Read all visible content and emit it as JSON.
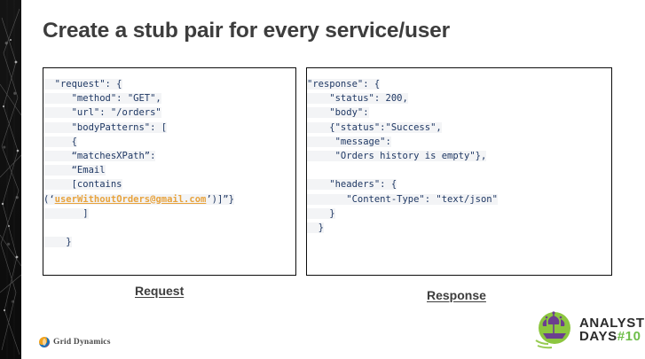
{
  "slide": {
    "title": "Create a stub pair for every service/user"
  },
  "request_box": {
    "caption": "Request",
    "lines": [
      {
        "indent": 2,
        "text": "\"request\": {"
      },
      {
        "indent": 5,
        "text": "\"method\": \"GET\","
      },
      {
        "indent": 5,
        "text": "\"url\": \"/orders\""
      },
      {
        "indent": 5,
        "text": "\"bodyPatterns\": ["
      },
      {
        "indent": 5,
        "text": "{"
      },
      {
        "indent": 5,
        "text": "“matchesXPath”:"
      },
      {
        "indent": 5,
        "text": "“Email"
      },
      {
        "indent": 5,
        "text": "[contains"
      },
      {
        "indent": 0,
        "pre": "(‘",
        "link": "userWithoutOrders@gmail.com",
        "post": "’)]”}"
      },
      {
        "indent": 7,
        "text": "]"
      },
      {
        "indent": 0,
        "text": ""
      },
      {
        "indent": 4,
        "text": "}"
      }
    ]
  },
  "response_box": {
    "caption": "Response",
    "lines": [
      {
        "indent": 0,
        "text": "\"response\": {"
      },
      {
        "indent": 4,
        "text": "\"status\": 200,"
      },
      {
        "indent": 4,
        "text": "\"body\":"
      },
      {
        "indent": 4,
        "text": "{\"status\":\"Success\","
      },
      {
        "indent": 4,
        "text": " \"message\":"
      },
      {
        "indent": 4,
        "text": " \"Orders history is empty\"},"
      },
      {
        "indent": 0,
        "text": ""
      },
      {
        "indent": 4,
        "text": "\"headers\": {"
      },
      {
        "indent": 7,
        "text": "\"Content-Type\": \"text/json\""
      },
      {
        "indent": 4,
        "text": "}"
      },
      {
        "indent": 2,
        "text": "}"
      }
    ]
  },
  "footer": {
    "grid_dynamics_label": "Grid Dynamics",
    "analyst_days_line1": "ANALYST",
    "analyst_days_line2": "DAYS",
    "analyst_days_number": "#10"
  },
  "colors": {
    "code_text": "#1f3864",
    "code_highlight": "#f3f4f6",
    "email_link": "#e8a33d",
    "title": "#3d3d3d",
    "badge_green": "#6ebe4a",
    "ship_purple": "#6b3f8f"
  }
}
